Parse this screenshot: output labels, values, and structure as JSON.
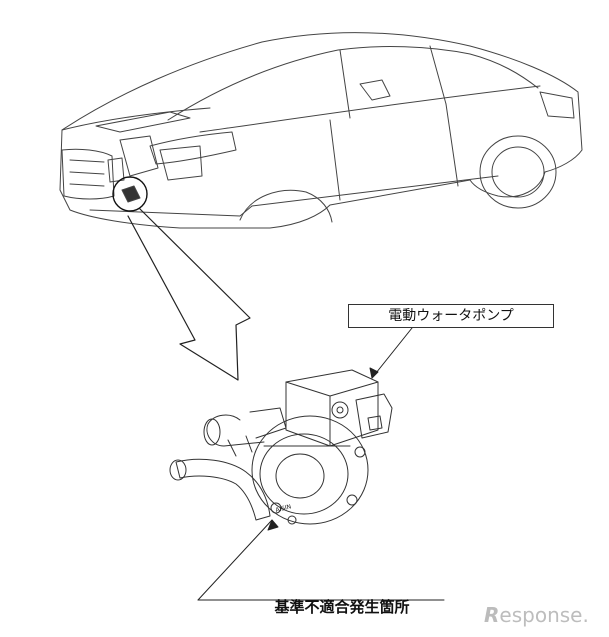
{
  "labels": {
    "pump": "電動ウォータポンプ",
    "defect_location": "基準不適合発生箇所"
  },
  "pump_marking": "AISIN",
  "watermark": {
    "mark": "R",
    "text": "esponse."
  }
}
